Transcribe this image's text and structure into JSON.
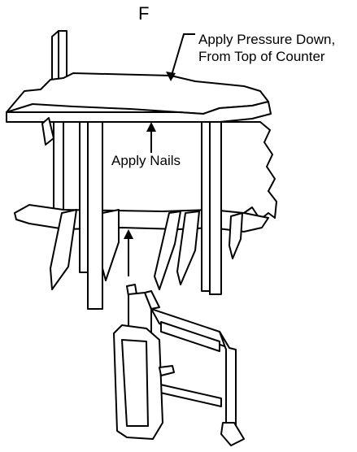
{
  "diagram": {
    "step_letter": "F",
    "callouts": {
      "pressure_line1": "Apply Pressure Down,",
      "pressure_line2": "From Top of Counter",
      "nails": "Apply Nails"
    },
    "colors": {
      "stroke": "#000000",
      "fill": "#ffffff"
    }
  }
}
